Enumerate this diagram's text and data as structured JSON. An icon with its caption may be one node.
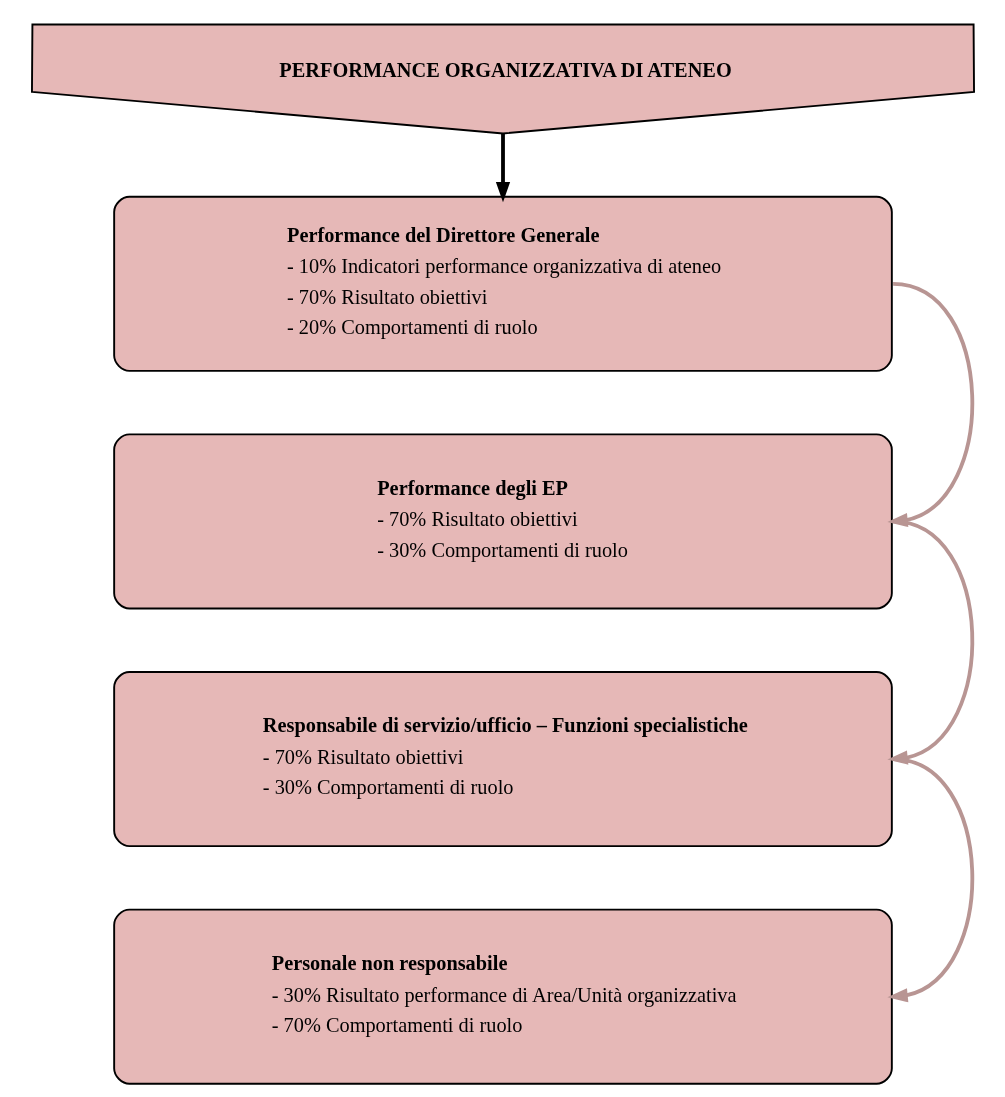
{
  "diagram": {
    "nodes": [
      {
        "text": [
          "PERFORMANCE ORGANIZZATIVA DI ATENEO"
        ]
      },
      {
        "text": [
          "Performance del Direttore Generale",
          "- 10% Indicatori performance organizzativa di ateneo",
          "- 70% Risultato obiettivi",
          "- 20% Comportamenti di ruolo"
        ]
      },
      {
        "text": [
          "Performance degli EP",
          "- 70% Risultato obiettivi",
          "- 30% Comportamenti di ruolo"
        ]
      },
      {
        "text": [
          "Responsabile di servizio/ufficio – Funzioni specialistiche",
          "- 70% Risultato obiettivi",
          "- 30% Comportamenti di ruolo"
        ]
      },
      {
        "text": [
          "Personale non responsabile",
          "- 30% Risultato performance di Area/Unità organizzativa",
          "- 70% Comportamenti di ruolo"
        ]
      }
    ],
    "edges": [
      {
        "from": 0,
        "to": 1,
        "arrow": "to",
        "color": "#000000"
      },
      {
        "from": 1,
        "to": 2,
        "arrow": "to"
      },
      {
        "from": 2,
        "to": 3,
        "arrow": "to"
      },
      {
        "from": 3,
        "to": 4,
        "arrow": "to"
      }
    ]
  }
}
